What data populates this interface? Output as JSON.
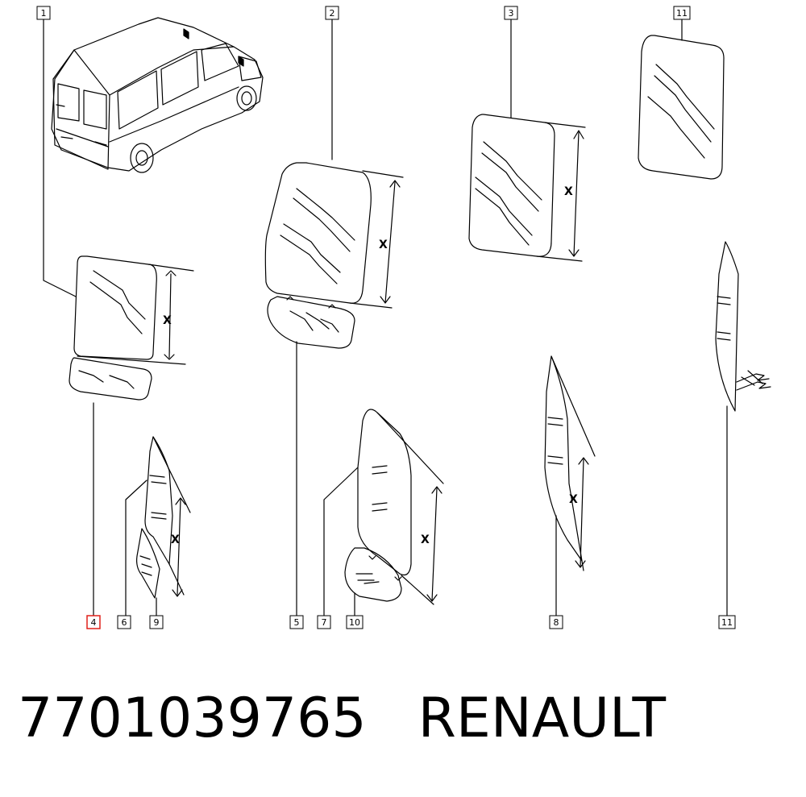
{
  "callouts": {
    "c1": "1",
    "c2": "2",
    "c3": "3",
    "c11_top": "11",
    "c4": "4",
    "c6": "6",
    "c9": "9",
    "c5": "5",
    "c7": "7",
    "c10": "10",
    "c8": "8",
    "c11_bottom": "11"
  },
  "dimension_label": "X",
  "part_number": "7701039765",
  "brand": "RENAULT",
  "colors": {
    "highlight": "#e0201a",
    "line": "#000000"
  },
  "selected_callout": "4"
}
